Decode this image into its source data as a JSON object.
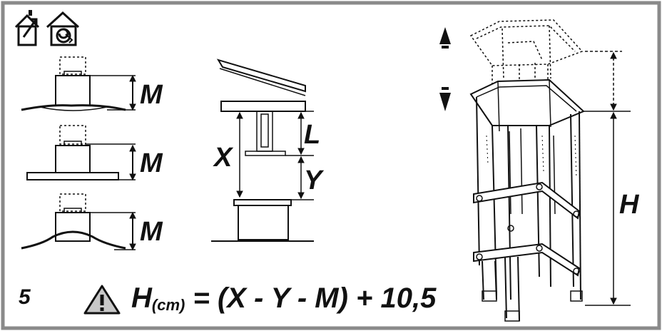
{
  "step_number": "5",
  "labels": {
    "m1": "M",
    "m2": "M",
    "m3": "M",
    "x": "X",
    "l": "L",
    "y": "Y",
    "h": "H"
  },
  "formula": {
    "lhs": "H",
    "unit": "(cm)",
    "rhs": "= (X - Y - M) + 10,5"
  },
  "icons": [
    "extraction-mode-icon",
    "recirculation-mode-icon",
    "warning-icon"
  ],
  "colors": {
    "frame": "#8a8a8a",
    "line": "#111111",
    "warning_fill": "#c8c8c8"
  }
}
